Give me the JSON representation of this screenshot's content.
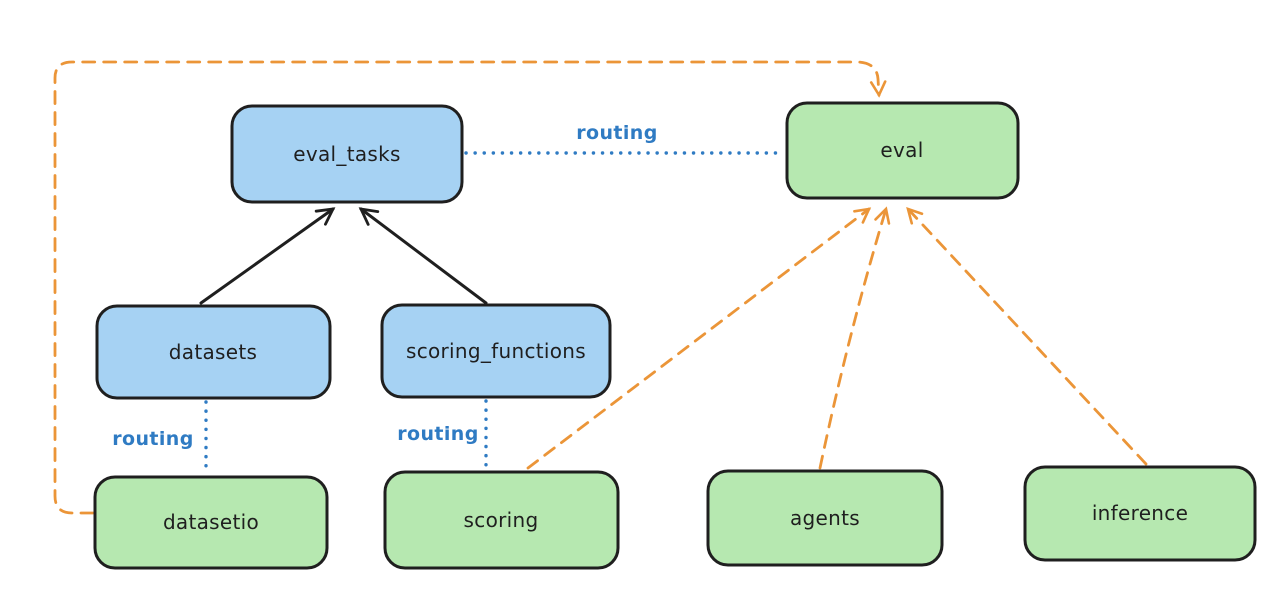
{
  "diagram": {
    "colors": {
      "background": "#ffffff",
      "node_stroke": "#1f1f1f",
      "node_blue_fill": "#a6d2f3",
      "node_green_fill": "#b6e8b0",
      "routing_blue": "#2f7bc3",
      "provider_orange": "#eb9538",
      "solid_arrow": "#1f1f1f"
    },
    "nodes": {
      "eval_tasks": {
        "label": "eval_tasks",
        "color": "blue"
      },
      "eval": {
        "label": "eval",
        "color": "green"
      },
      "datasets": {
        "label": "datasets",
        "color": "blue"
      },
      "scoring_functions": {
        "label": "scoring_functions",
        "color": "blue"
      },
      "datasetio": {
        "label": "datasetio",
        "color": "green"
      },
      "scoring": {
        "label": "scoring",
        "color": "green"
      },
      "agents": {
        "label": "agents",
        "color": "green"
      },
      "inference": {
        "label": "inference",
        "color": "green"
      }
    },
    "edge_labels": {
      "top": "routing",
      "left": "routing",
      "middle": "routing"
    },
    "edges": [
      {
        "from": "datasets",
        "to": "eval_tasks",
        "style": "solid-black-arrow"
      },
      {
        "from": "scoring_functions",
        "to": "eval_tasks",
        "style": "solid-black-arrow"
      },
      {
        "from": "eval_tasks",
        "to": "eval",
        "style": "dotted-blue",
        "label": "routing"
      },
      {
        "from": "datasets",
        "to": "datasetio",
        "style": "dotted-blue",
        "label": "routing"
      },
      {
        "from": "scoring_functions",
        "to": "scoring",
        "style": "dotted-blue",
        "label": "routing"
      },
      {
        "from": "datasetio",
        "to": "eval",
        "style": "dashed-orange-arrow"
      },
      {
        "from": "scoring",
        "to": "eval",
        "style": "dashed-orange-arrow"
      },
      {
        "from": "agents",
        "to": "eval",
        "style": "dashed-orange-arrow"
      },
      {
        "from": "inference",
        "to": "eval",
        "style": "dashed-orange-arrow"
      }
    ]
  }
}
